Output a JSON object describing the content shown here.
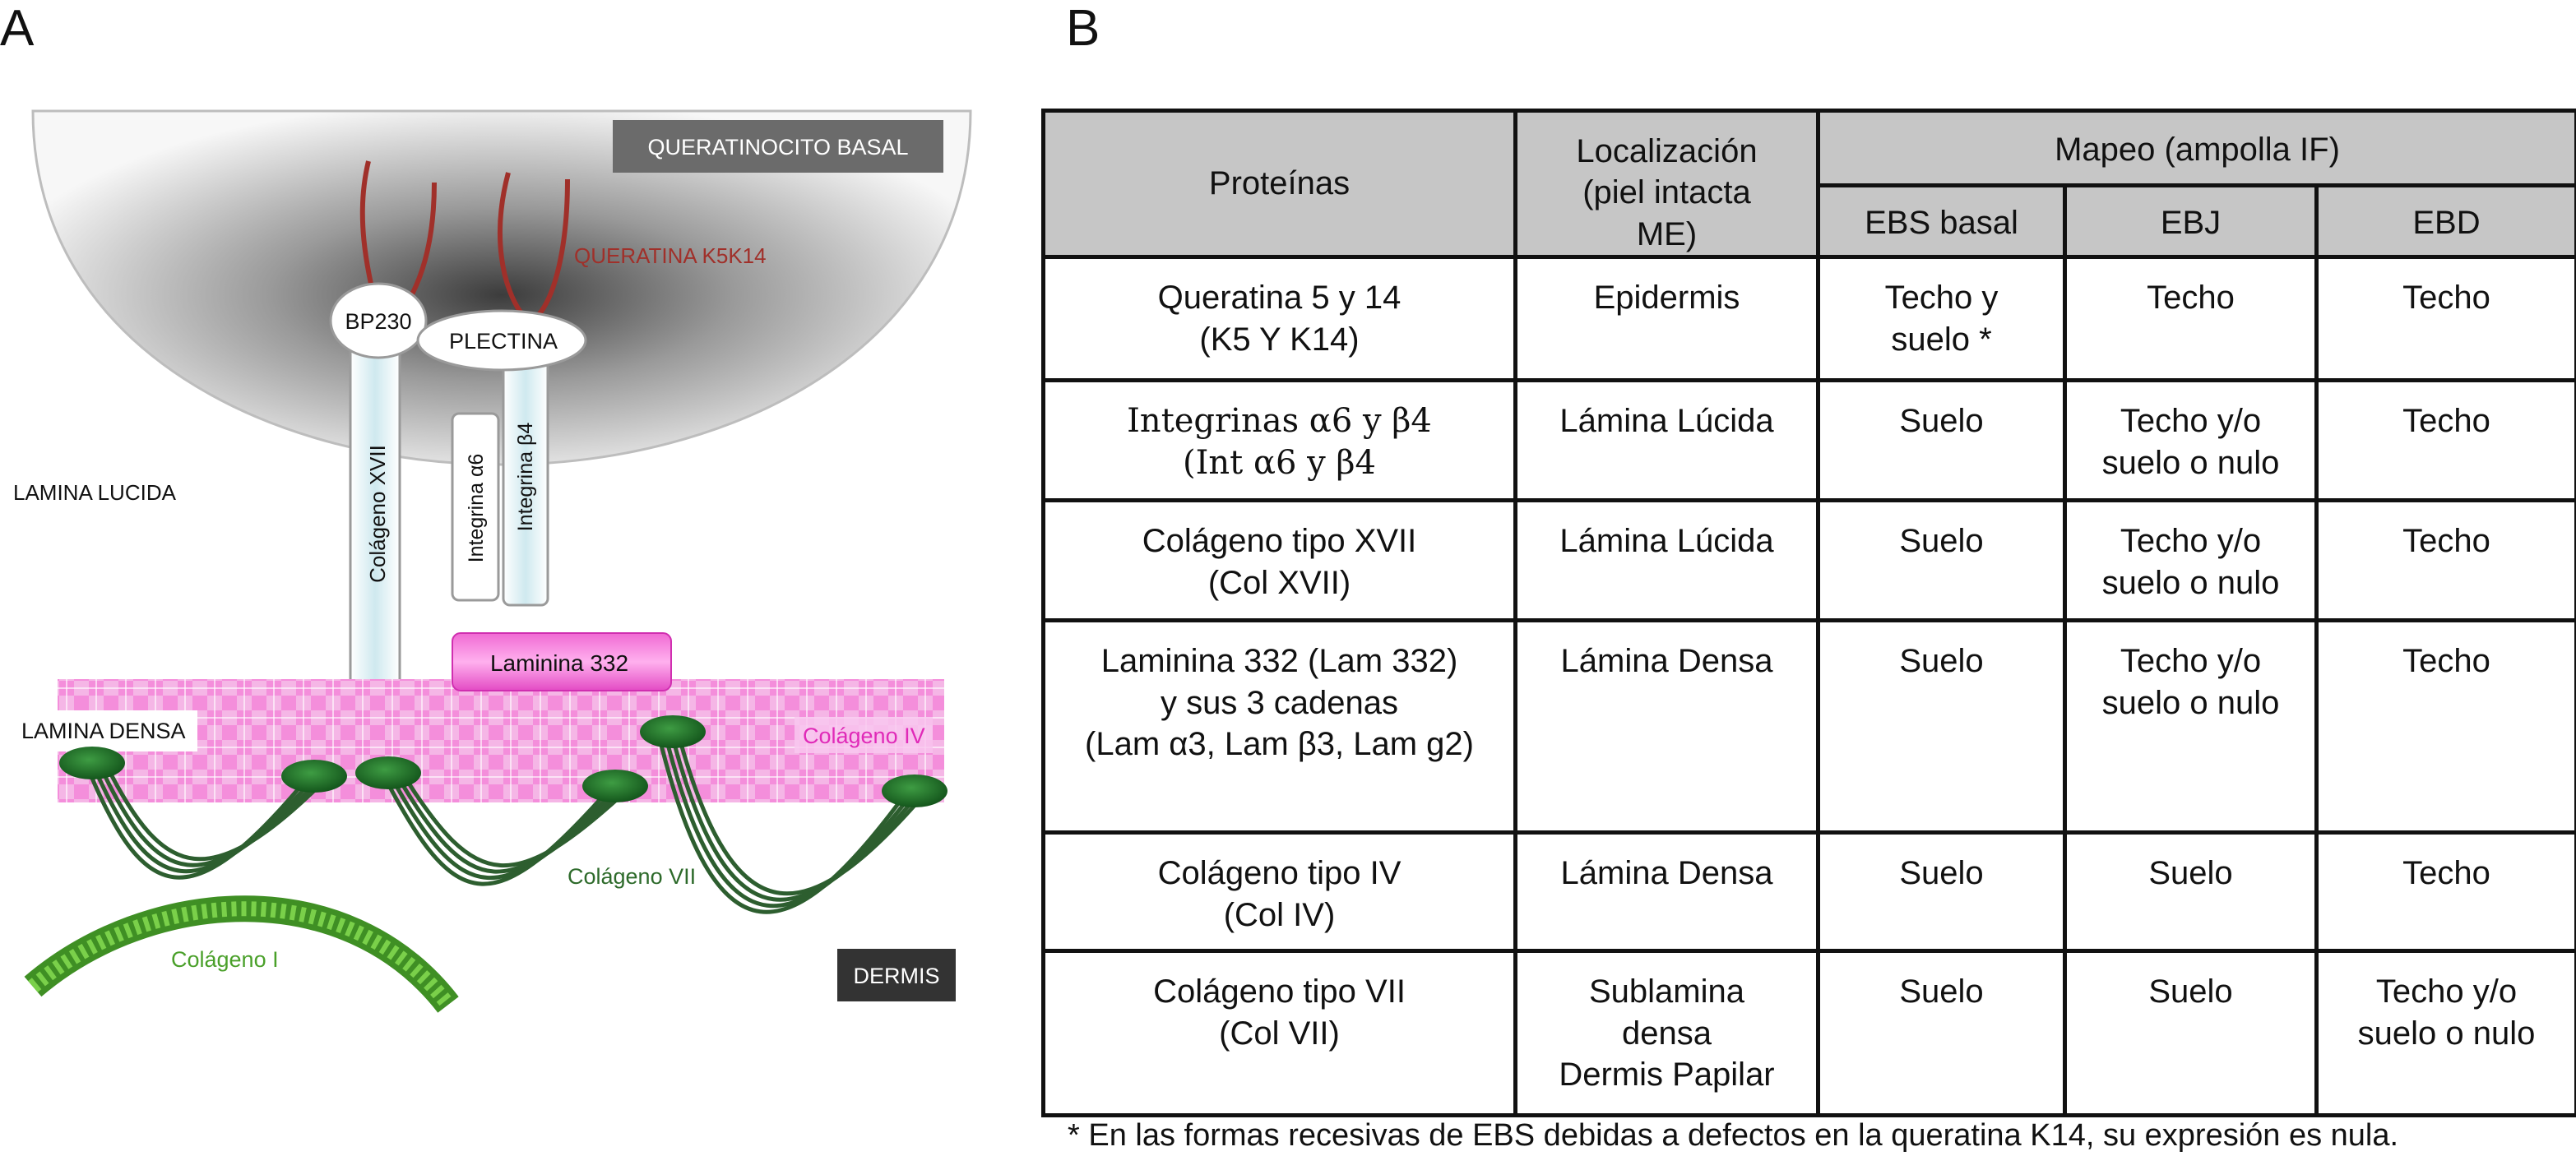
{
  "panels": {
    "a": "A",
    "b": "B"
  },
  "diagram": {
    "labels": {
      "queratinocito_basal": "QUERATINOCITO BASAL",
      "queratina": "QUERATINA K5K14",
      "bp230": "BP230",
      "plectina": "PLECTINA",
      "lamina_lucida": "LAMINA LUCIDA",
      "colageno_xvii": "Colágeno XVII",
      "integrina_a6": "Integrina α6",
      "integrina_b4": "Integrina β4",
      "laminina_332": "Laminina 332",
      "lamina_densa": "LAMINA DENSA",
      "colageno_iv": "Colágeno IV",
      "colageno_vii": "Colágeno VII",
      "colageno_i": "Colágeno I",
      "dermis": "DERMIS"
    },
    "colors": {
      "keratin": "#a0302a",
      "laminin": "#e34bc4",
      "collagen_iv": "#f28fd9",
      "collagen_vii": "#2d5e2f",
      "anchor": "#1f6b27",
      "collagen_i": "#4aa02a",
      "dark_label_bg": "#333333",
      "basal_label_bg": "#6b6b6b"
    }
  },
  "table": {
    "header": {
      "proteinas": "Proteínas",
      "localizacion": [
        "Localización",
        "(piel intacta",
        "ME)"
      ],
      "mapeo": "Mapeo (ampolla IF)",
      "ebs": "EBS basal",
      "ebj": "EBJ",
      "ebd": "EBD"
    },
    "rows": [
      {
        "protein": [
          "Queratina 5 y 14",
          "(K5 Y K14)"
        ],
        "loc": [
          "Epidermis"
        ],
        "ebs": [
          "Techo y",
          "suelo *"
        ],
        "ebj": [
          "Techo"
        ],
        "ebd": [
          "Techo"
        ]
      },
      {
        "protein": [
          "Integrinas α6 y β4",
          "(Int α6 y β4"
        ],
        "loc": [
          "Lámina Lúcida"
        ],
        "ebs": [
          "Suelo"
        ],
        "ebj": [
          "Techo y/o",
          "suelo o nulo"
        ],
        "ebd": [
          "Techo"
        ]
      },
      {
        "protein": [
          "Colágeno tipo XVII",
          "(Col XVII)"
        ],
        "loc": [
          "Lámina Lúcida"
        ],
        "ebs": [
          "Suelo"
        ],
        "ebj": [
          "Techo y/o",
          "suelo o nulo"
        ],
        "ebd": [
          "Techo"
        ]
      },
      {
        "protein": [
          "Laminina 332 (Lam 332)",
          "y sus 3 cadenas",
          "(Lam α3, Lam β3, Lam g2)"
        ],
        "loc": [
          "Lámina Densa"
        ],
        "ebs": [
          "Suelo"
        ],
        "ebj": [
          "Techo y/o",
          "suelo o nulo"
        ],
        "ebd": [
          "Techo"
        ]
      },
      {
        "protein": [
          "Colágeno tipo IV",
          "(Col IV)"
        ],
        "loc": [
          "Lámina Densa"
        ],
        "ebs": [
          "Suelo"
        ],
        "ebj": [
          "Suelo"
        ],
        "ebd": [
          "Techo"
        ]
      },
      {
        "protein": [
          "Colágeno tipo VII",
          "(Col VII)"
        ],
        "loc": [
          "Sublamina",
          "densa",
          "Dermis Papilar"
        ],
        "ebs": [
          "Suelo"
        ],
        "ebj": [
          "Suelo"
        ],
        "ebd": [
          "Techo y/o",
          "suelo o nulo"
        ]
      }
    ]
  },
  "footnote": "* En las formas recesivas de EBS debidas a defectos en la queratina K14, su expresión es nula."
}
